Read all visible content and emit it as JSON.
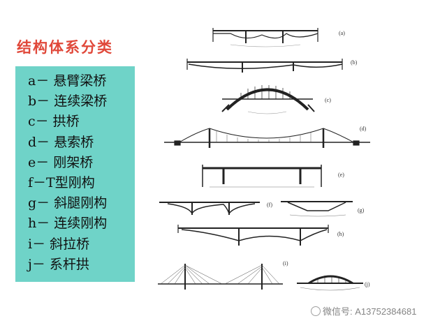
{
  "title": "结构体系分类",
  "items": [
    "a－ 悬臂梁桥",
    "b－ 连续梁桥",
    "c－ 拱桥",
    "d－ 悬索桥",
    "e－ 刚架桥",
    "f－T型刚构",
    "g－ 斜腿刚构",
    "h－ 连续刚构",
    "i－ 斜拉桥",
    "j－ 系杆拱"
  ],
  "figure_labels": [
    "(a)",
    "(b)",
    "(c)",
    "(d)",
    "(e)",
    "(f)",
    "(g)",
    "(h)",
    "(i)",
    "(j)"
  ],
  "watermark": "微信号: A13752384681"
}
